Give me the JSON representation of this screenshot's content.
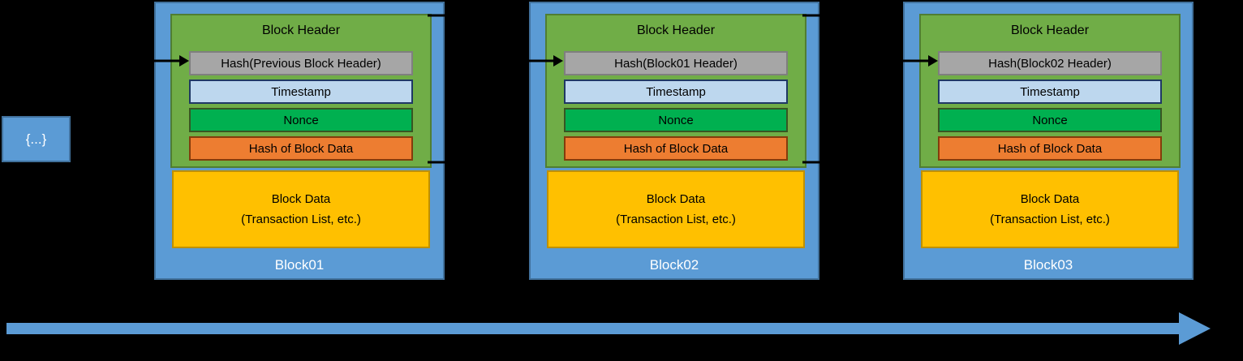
{
  "diagram": "blockchain-structure",
  "colors": {
    "background": "#000000",
    "block_fill": "#5B9BD5",
    "block_border": "#41719C",
    "header_fill": "#70AD47",
    "header_border": "#507E32",
    "hash_fill": "#A6A6A6",
    "timestamp_fill": "#BDD7EE",
    "nonce_fill": "#00B050",
    "hash_of_block_data_fill": "#ED7D31",
    "block_data_fill": "#FFC000",
    "connector": "#000000"
  },
  "genesis_box": {
    "label": "{...}"
  },
  "blocks": [
    {
      "name": "Block01",
      "header_title": "Block Header",
      "hash_label": "Hash(Previous Block Header)",
      "timestamp_label": "Timestamp",
      "nonce_label": "Nonce",
      "hash_of_block_data_label": "Hash of Block Data",
      "block_data_title": "Block Data",
      "block_data_subtitle": "(Transaction List, etc.)"
    },
    {
      "name": "Block02",
      "header_title": "Block Header",
      "hash_label": "Hash(Block01 Header)",
      "timestamp_label": "Timestamp",
      "nonce_label": "Nonce",
      "hash_of_block_data_label": "Hash of Block Data",
      "block_data_title": "Block Data",
      "block_data_subtitle": "(Transaction List, etc.)"
    },
    {
      "name": "Block03",
      "header_title": "Block Header",
      "hash_label": "Hash(Block02 Header)",
      "timestamp_label": "Timestamp",
      "nonce_label": "Nonce",
      "hash_of_block_data_label": "Hash of Block Data",
      "block_data_title": "Block Data",
      "block_data_subtitle": "(Transaction List, etc.)"
    }
  ],
  "timeline_arrow": {
    "direction": "right",
    "color": "#5B9BD5"
  }
}
